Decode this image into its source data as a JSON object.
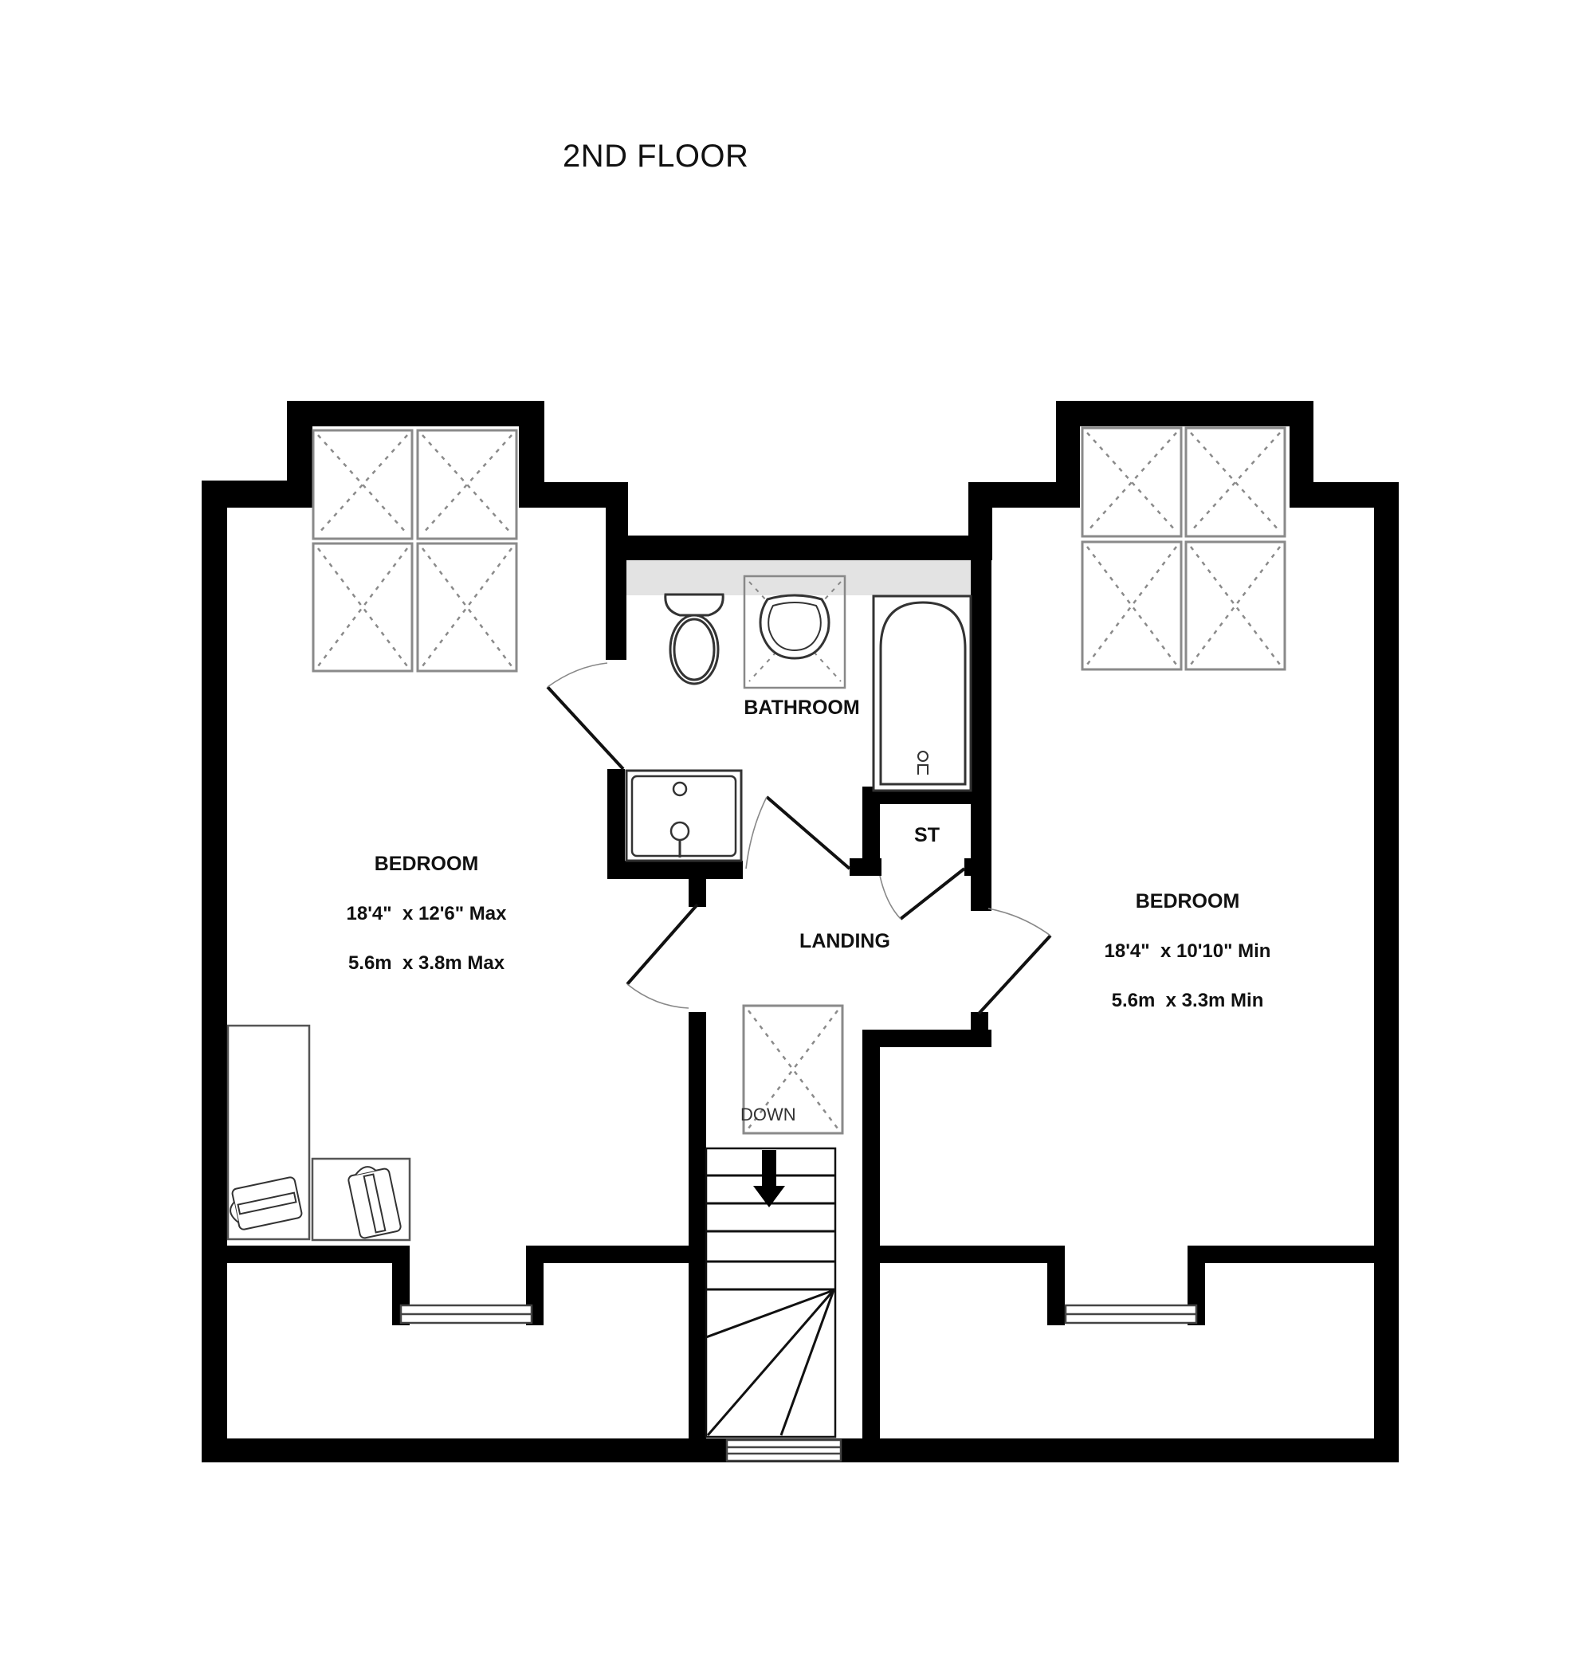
{
  "floor_title": "2ND FLOOR",
  "rooms": [
    {
      "name": "BEDROOM",
      "dim_imperial": "18'4\"  x 12'6\" Max",
      "dim_metric": "5.6m  x 3.8m Max"
    },
    {
      "name": "BEDROOM",
      "dim_imperial": "18'4\"  x 10'10\" Min",
      "dim_metric": "5.6m  x 3.3m Min"
    },
    {
      "name": "BATHROOM"
    },
    {
      "name": "ST"
    },
    {
      "name": "LANDING"
    }
  ],
  "stairs": {
    "label": "DOWN",
    "direction": "down-arrow-icon"
  },
  "colors": {
    "wall": "#000000",
    "fixture": "#555555",
    "skylight": "#888888",
    "bath_shelf": "#e3e3e3",
    "background": "#ffffff"
  },
  "icons": [
    "skylight-icon",
    "toilet-icon",
    "basin-icon",
    "bathtub-icon",
    "shower-tray-icon",
    "armchair-icon",
    "staircase-icon",
    "window-icon",
    "door-swing-icon"
  ]
}
